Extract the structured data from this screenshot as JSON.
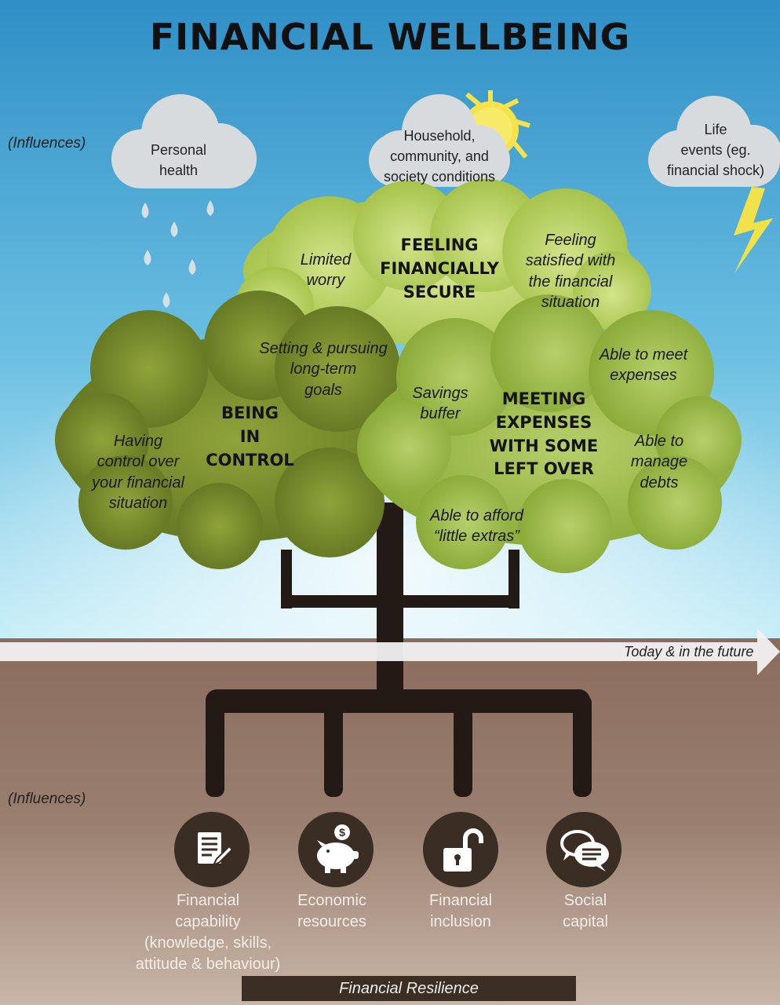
{
  "title": "FINANCIAL WELLBEING",
  "influences_top_label": "(Influences)",
  "influences_bottom_label": "(Influences)",
  "clouds": {
    "personal_health": "Personal\nhealth",
    "household": "Household,\ncommunity, and\nsociety conditions",
    "life_events": "Life\nevents (eg.\nfinancial shock)"
  },
  "leaves": {
    "secure": {
      "heading": "FEELING\nFINANCIALLY\nSECURE",
      "left_text": "Limited\nworry",
      "right_text": "Feeling\nsatisfied with\nthe financial\nsituation"
    },
    "control": {
      "heading": "BEING\nIN\nCONTROL",
      "goals_text": "Setting & pursuing\nlong-term\ngoals",
      "control_text": "Having\ncontrol over\nyour financial\nsituation"
    },
    "expenses": {
      "heading": "MEETING\nEXPENSES\nWITH SOME\nLEFT OVER",
      "savings_text": "Savings\nbuffer",
      "meet_text": "Able to meet\nexpenses",
      "debts_text": "Able to\nmanage\ndebts",
      "extras_text": "Able to afford\n“little extras”"
    }
  },
  "timeline_label": "Today & in the future",
  "roots": [
    {
      "label": "Financial\ncapability\n(knowledge, skills,\nattitude & behaviour)",
      "icon": "document-pen-icon"
    },
    {
      "label": "Economic\nresources",
      "icon": "piggy-bank-icon"
    },
    {
      "label": "Financial\ninclusion",
      "icon": "open-padlock-icon"
    },
    {
      "label": "Social\ncapital",
      "icon": "speech-bubbles-icon"
    }
  ],
  "resilience_label": "Financial Resilience",
  "colors": {
    "sky_top": "#2f8fc6",
    "sky_bottom": "#b9e7f3",
    "ground": "#8f7466",
    "trunk": "#231915",
    "leaf_light": "#b8cf5a",
    "leaf_dark": "#6f8426",
    "leaf_mid": "#9bba45",
    "cloud": "#d9dcdf",
    "sun": "#f4e34a",
    "icon_bg": "#3a2d24"
  }
}
